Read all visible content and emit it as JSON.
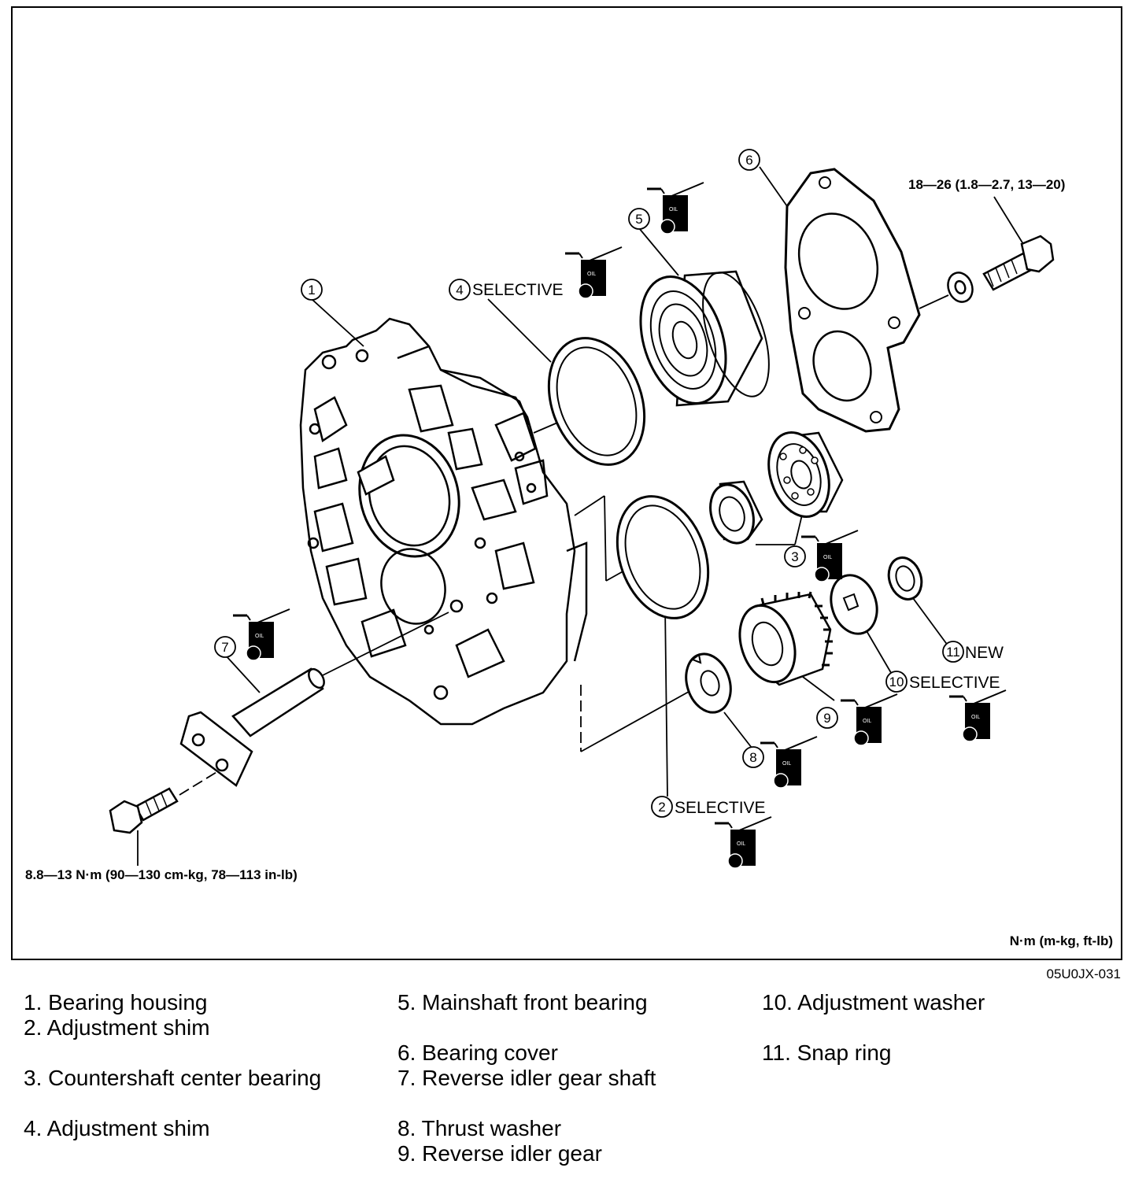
{
  "callouts": {
    "c1": "1",
    "c2": "2",
    "c3": "3",
    "c4": "4",
    "c5": "5",
    "c6": "6",
    "c7": "7",
    "c8": "8",
    "c9": "9",
    "c10": "10",
    "c11": "11",
    "selective": "SELECTIVE",
    "new": "NEW"
  },
  "torque": {
    "cover_bolt": "18—26 (1.8—2.7, 13—20)",
    "shaft_bolt": "8.8—13 N·m (90—130 cm-kg, 78—113 in-lb)",
    "units": "N·m (m-kg, ft-lb)"
  },
  "oil_icon_label": "OIL",
  "figure_code": "05U0JX-031",
  "legend": {
    "col1": [
      "1. Bearing housing",
      "2. Adjustment shim",
      "3. Countershaft center bearing",
      "4. Adjustment shim"
    ],
    "col2": [
      "5. Mainshaft front bearing",
      "6. Bearing cover",
      "7. Reverse idler gear shaft",
      "8. Thrust washer",
      "9. Reverse idler gear"
    ],
    "col3": [
      "10. Adjustment washer",
      "11. Snap ring"
    ]
  }
}
